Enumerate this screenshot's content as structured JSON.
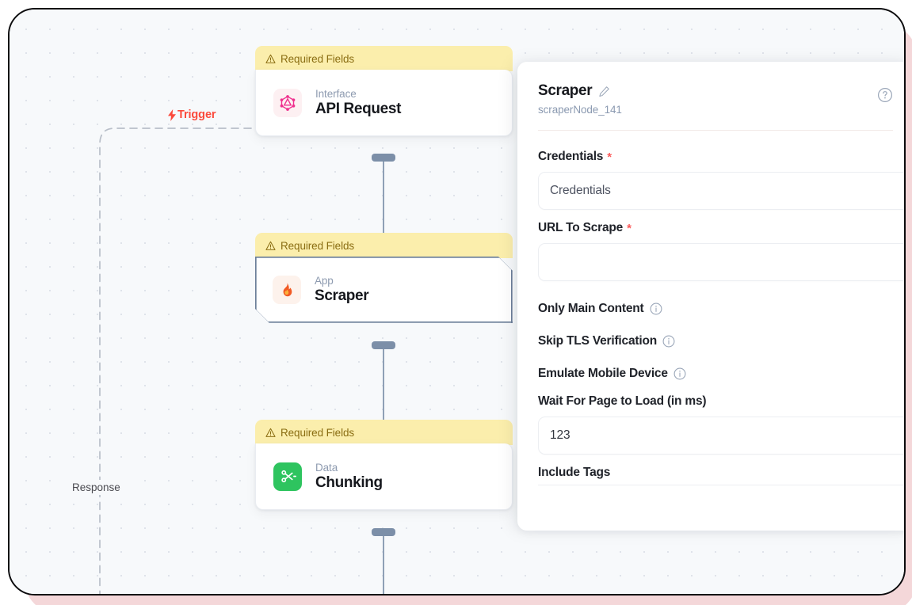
{
  "canvas": {
    "trigger_label": "Trigger",
    "response_label": "Response",
    "warning_text": "Required Fields",
    "nodes": [
      {
        "kind": "Interface",
        "title": "API Request",
        "icon": "graphql-icon"
      },
      {
        "kind": "App",
        "title": "Scraper",
        "icon": "flame-icon"
      },
      {
        "kind": "Data",
        "title": "Chunking",
        "icon": "scissors-icon"
      }
    ]
  },
  "panel": {
    "title": "Scraper",
    "node_id": "scraperNode_141",
    "edit_icon": "pencil-icon",
    "help_icon": "question-mark-icon",
    "fields": [
      {
        "label": "Credentials",
        "required": "*",
        "placeholder": "Credentials",
        "value": ""
      },
      {
        "label": "URL To Scrape",
        "required": "*",
        "placeholder": "",
        "value": ""
      },
      {
        "label": "Only Main Content",
        "info": "info-icon"
      },
      {
        "label": "Skip TLS Verification",
        "info": "info-icon"
      },
      {
        "label": "Emulate Mobile Device",
        "info": "info-icon"
      },
      {
        "label": "Wait For Page to Load (in ms)",
        "value": "123",
        "placeholder": "123"
      },
      {
        "label": "Include Tags"
      }
    ]
  },
  "colors": {
    "warning_bg": "#fbeeac",
    "warning_text": "#8a6d12",
    "trigger": "#fb4a3c",
    "required_star": "#fb5a5a",
    "selected_border": "#6c7f99",
    "connector": "#7c8fa8",
    "canvas_bg": "#f7f9fb",
    "scissors_bg": "#2ec45f"
  }
}
